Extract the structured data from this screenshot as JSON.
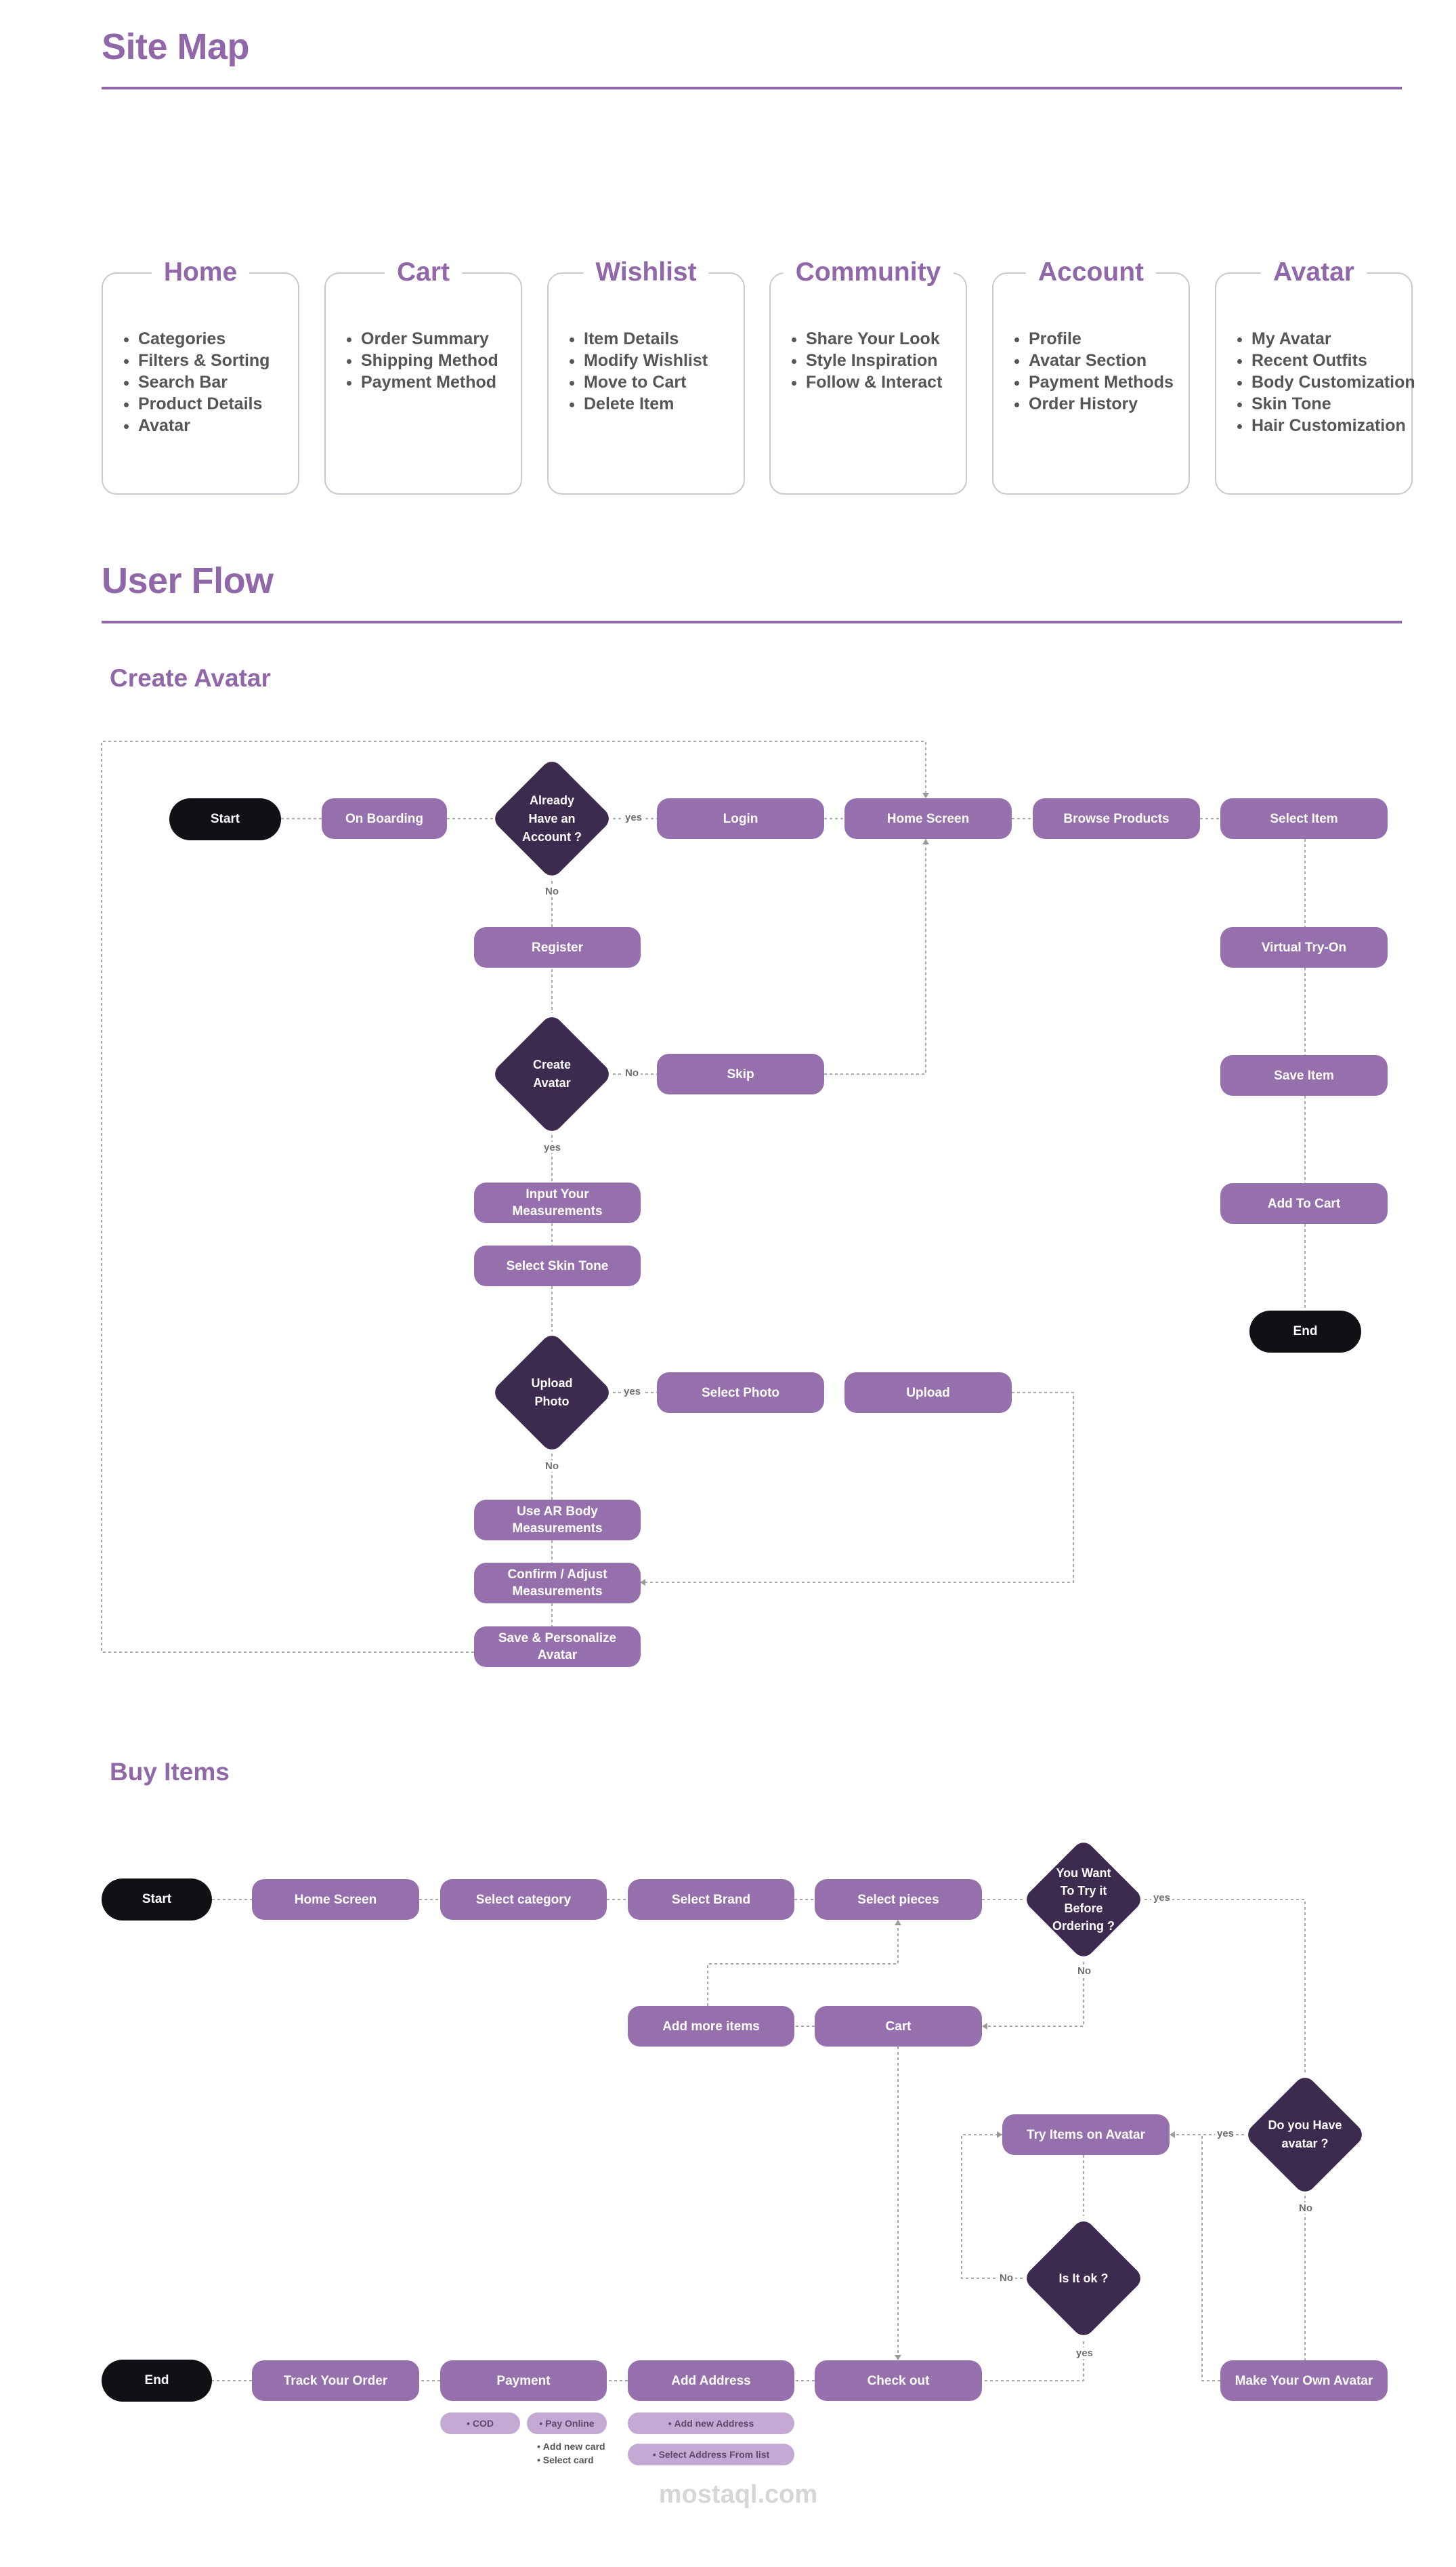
{
  "site_map": {
    "title": "Site Map",
    "cards": [
      {
        "title": "Home",
        "items": [
          "Categories",
          "Filters & Sorting",
          "Search Bar",
          "Product Details",
          "Avatar"
        ]
      },
      {
        "title": "Cart",
        "items": [
          "Order Summary",
          "Shipping Method",
          "Payment Method"
        ]
      },
      {
        "title": "Wishlist",
        "items": [
          "Item Details",
          "Modify Wishlist",
          "Move to Cart",
          "Delete Item"
        ]
      },
      {
        "title": "Community",
        "items": [
          "Share Your Look",
          "Style Inspiration",
          "Follow & Interact"
        ]
      },
      {
        "title": "Account",
        "items": [
          "Profile",
          "Avatar Section",
          "Payment Methods",
          "Order History"
        ]
      },
      {
        "title": "Avatar",
        "items": [
          "My Avatar",
          "Recent Outfits",
          "Body Customization",
          "Skin Tone",
          "Hair Customization"
        ]
      }
    ]
  },
  "user_flow": {
    "title": "User Flow",
    "create_avatar": {
      "title": "Create Avatar",
      "start": "Start",
      "on_boarding": "On Boarding",
      "already_account": "Already\nHave an\nAccount ?",
      "login": "Login",
      "home_screen": "Home Screen",
      "browse_products": "Browse Products",
      "select_item": "Select Item",
      "register": "Register",
      "virtual_try_on": "Virtual Try-On",
      "create_avatar_q": "Create\nAvatar",
      "skip": "Skip",
      "save_item": "Save Item",
      "input_measurements": "Input Your Measurements",
      "select_skin_tone": "Select Skin Tone",
      "add_to_cart": "Add To Cart",
      "end": "End",
      "upload_photo_q": "Upload\nPhoto",
      "select_photo": "Select Photo",
      "upload": "Upload",
      "use_ar": "Use AR Body Measurements",
      "confirm_adjust": "Confirm / Adjust Measurements",
      "save_personalize": "Save & Personalize Avatar",
      "lbl_yes": "yes",
      "lbl_no": "No"
    },
    "buy_items": {
      "title": "Buy Items",
      "start": "Start",
      "home_screen": "Home Screen",
      "select_category": "Select category",
      "select_brand": "Select Brand",
      "select_pieces": "Select pieces",
      "try_before_q": "You Want\nTo Try it\nBefore\nOrdering ?",
      "add_more_items": "Add more items",
      "cart": "Cart",
      "try_items_avatar": "Try Items on Avatar",
      "have_avatar_q": "Do you Have\navatar ?",
      "is_it_ok_q": "Is It ok ?",
      "end": "End",
      "track_order": "Track Your Order",
      "payment": "Payment",
      "add_address": "Add Address",
      "check_out": "Check out",
      "make_avatar": "Make Your Own Avatar",
      "cod": "COD",
      "pay_online": "Pay Online",
      "pay_online_list": [
        "Add new card",
        "Select card"
      ],
      "add_new_address": "Add new Address",
      "select_address": "Select Address From list",
      "lbl_yes": "yes",
      "lbl_no": "No"
    }
  },
  "watermark": "mostaql.com",
  "colors": {
    "accent": "#9067a8",
    "node": "#9670ad",
    "diamond": "#3d2a4f",
    "terminal": "#121015"
  }
}
